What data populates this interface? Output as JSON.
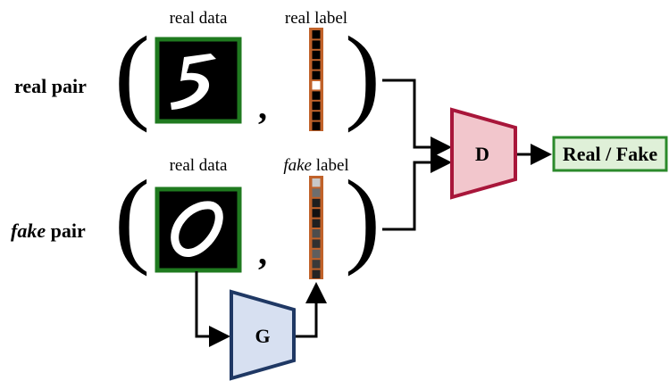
{
  "real_pair": {
    "row_label": "real pair",
    "data_caption": "real data",
    "label_caption": "real label",
    "digit": "5",
    "onehot_highlight_index": 5
  },
  "fake_pair": {
    "row_label_italic": "fake",
    "row_label_rest": " pair",
    "data_caption": "real data",
    "label_caption_italic": "fake",
    "label_caption_rest": " label",
    "digit": "0",
    "label_cell_shades": [
      "#c8c8c8",
      "#6e6e6e",
      "#1e1e1e",
      "#111111",
      "#202020",
      "#4d4d4d",
      "#303030",
      "#5e5e5e",
      "#393939",
      "#242424"
    ]
  },
  "nodes": {
    "discriminator": "D",
    "generator": "G",
    "output": "Real / Fake"
  },
  "colors": {
    "image_border": "#1f7a1f",
    "label_bar": "#c0622a",
    "discriminator_fill": "#f2c6cc",
    "discriminator_stroke": "#a8163a",
    "generator_fill": "#d7e0f1",
    "generator_stroke": "#1f3864",
    "output_fill": "#dff0d8",
    "output_stroke": "#2b8a2b"
  }
}
